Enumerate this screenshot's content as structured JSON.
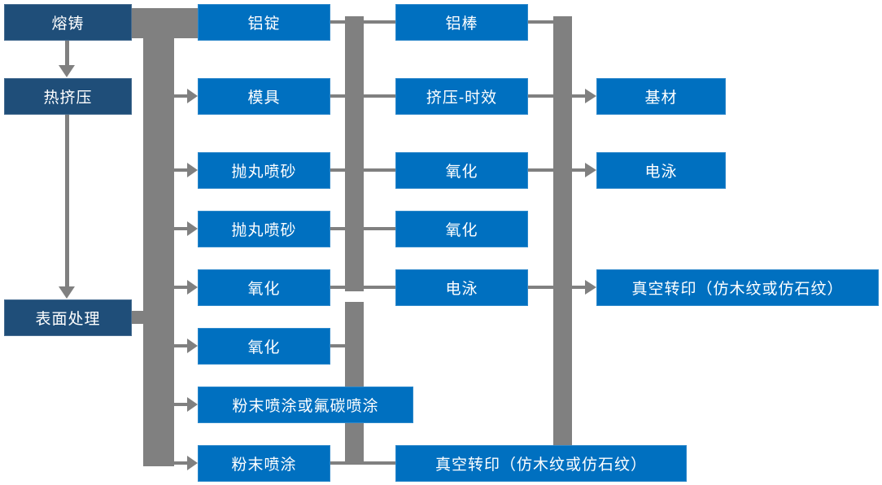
{
  "colors": {
    "node_blue": "#0070C0",
    "node_dark": "#1F4E79",
    "connector": "#808080",
    "label_text": "#FFFFFF",
    "background": "#FFFFFF"
  },
  "nodes": {
    "melt": {
      "label": "熔铸"
    },
    "hot_extrusion": {
      "label": "热挤压"
    },
    "surface_treatment": {
      "label": "表面处理"
    },
    "al_ingot": {
      "label": "铝锭"
    },
    "mold": {
      "label": "模具"
    },
    "shot_blast_1": {
      "label": "抛丸喷砂"
    },
    "shot_blast_2": {
      "label": "抛丸喷砂"
    },
    "oxidation_a": {
      "label": "氧化"
    },
    "oxidation_b": {
      "label": "氧化"
    },
    "powder_or_fluorocarbon": {
      "label": "粉末喷涂或氟碳喷涂"
    },
    "powder_coating": {
      "label": "粉末喷涂"
    },
    "al_rod": {
      "label": "铝棒"
    },
    "extrusion_aging": {
      "label": "挤压-时效"
    },
    "oxidation_c": {
      "label": "氧化"
    },
    "oxidation_d": {
      "label": "氧化"
    },
    "electrophoresis_a": {
      "label": "电泳"
    },
    "vacuum_transfer_a": {
      "label": "真空转印（仿木纹或仿石纹）"
    },
    "base_material": {
      "label": "基材"
    },
    "electrophoresis_b": {
      "label": "电泳"
    },
    "vacuum_transfer_b": {
      "label": "真空转印（仿木纹或仿石纹）"
    }
  }
}
